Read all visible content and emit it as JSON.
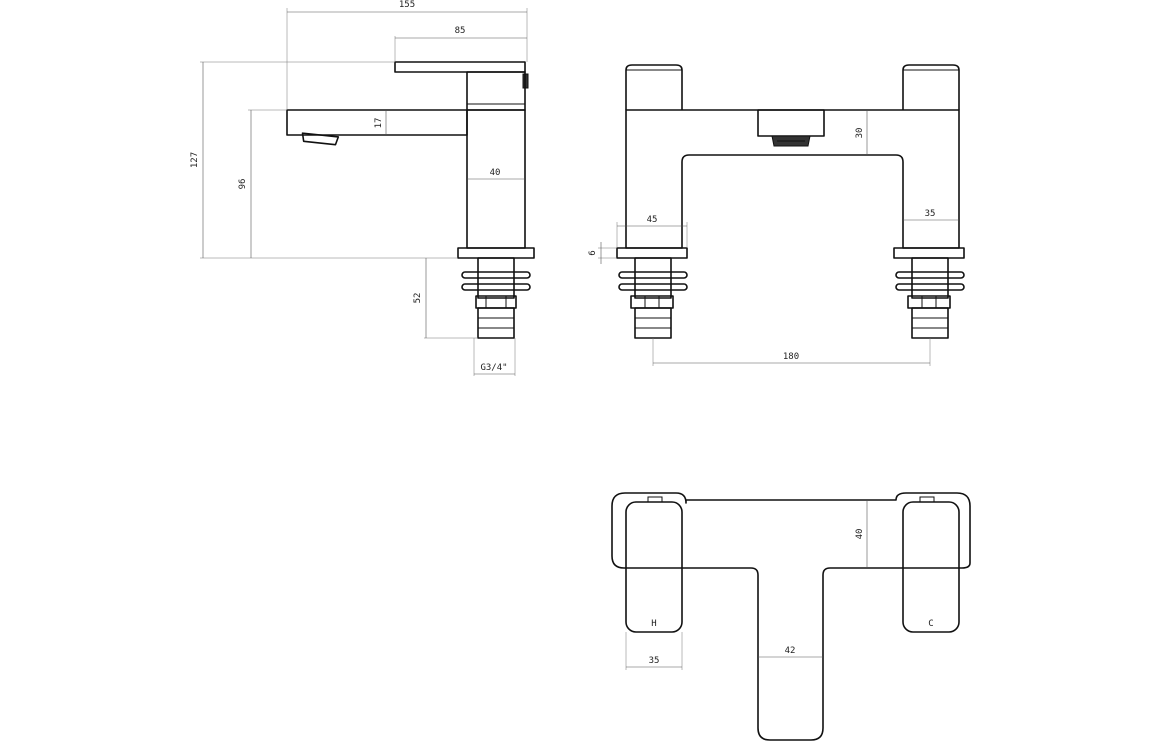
{
  "dimensions": {
    "side_overall_width": "155",
    "side_handle_width": "85",
    "side_total_height": "127",
    "side_spout_height": "96",
    "side_spout_thickness": "17",
    "side_body_width": "40",
    "side_shank_length": "52",
    "side_thread": "G3/4\"",
    "front_spout_depth": "30",
    "front_pillar_left": "45",
    "front_pillar_right": "35",
    "front_plate": "6",
    "front_centres": "180",
    "top_body_depth": "40",
    "top_handle_width": "35",
    "top_spout_width": "42"
  },
  "handle_labels": {
    "hot": "H",
    "cold": "C"
  },
  "colors": {
    "line": "#111111",
    "dimension": "#555555",
    "background": "#ffffff"
  }
}
